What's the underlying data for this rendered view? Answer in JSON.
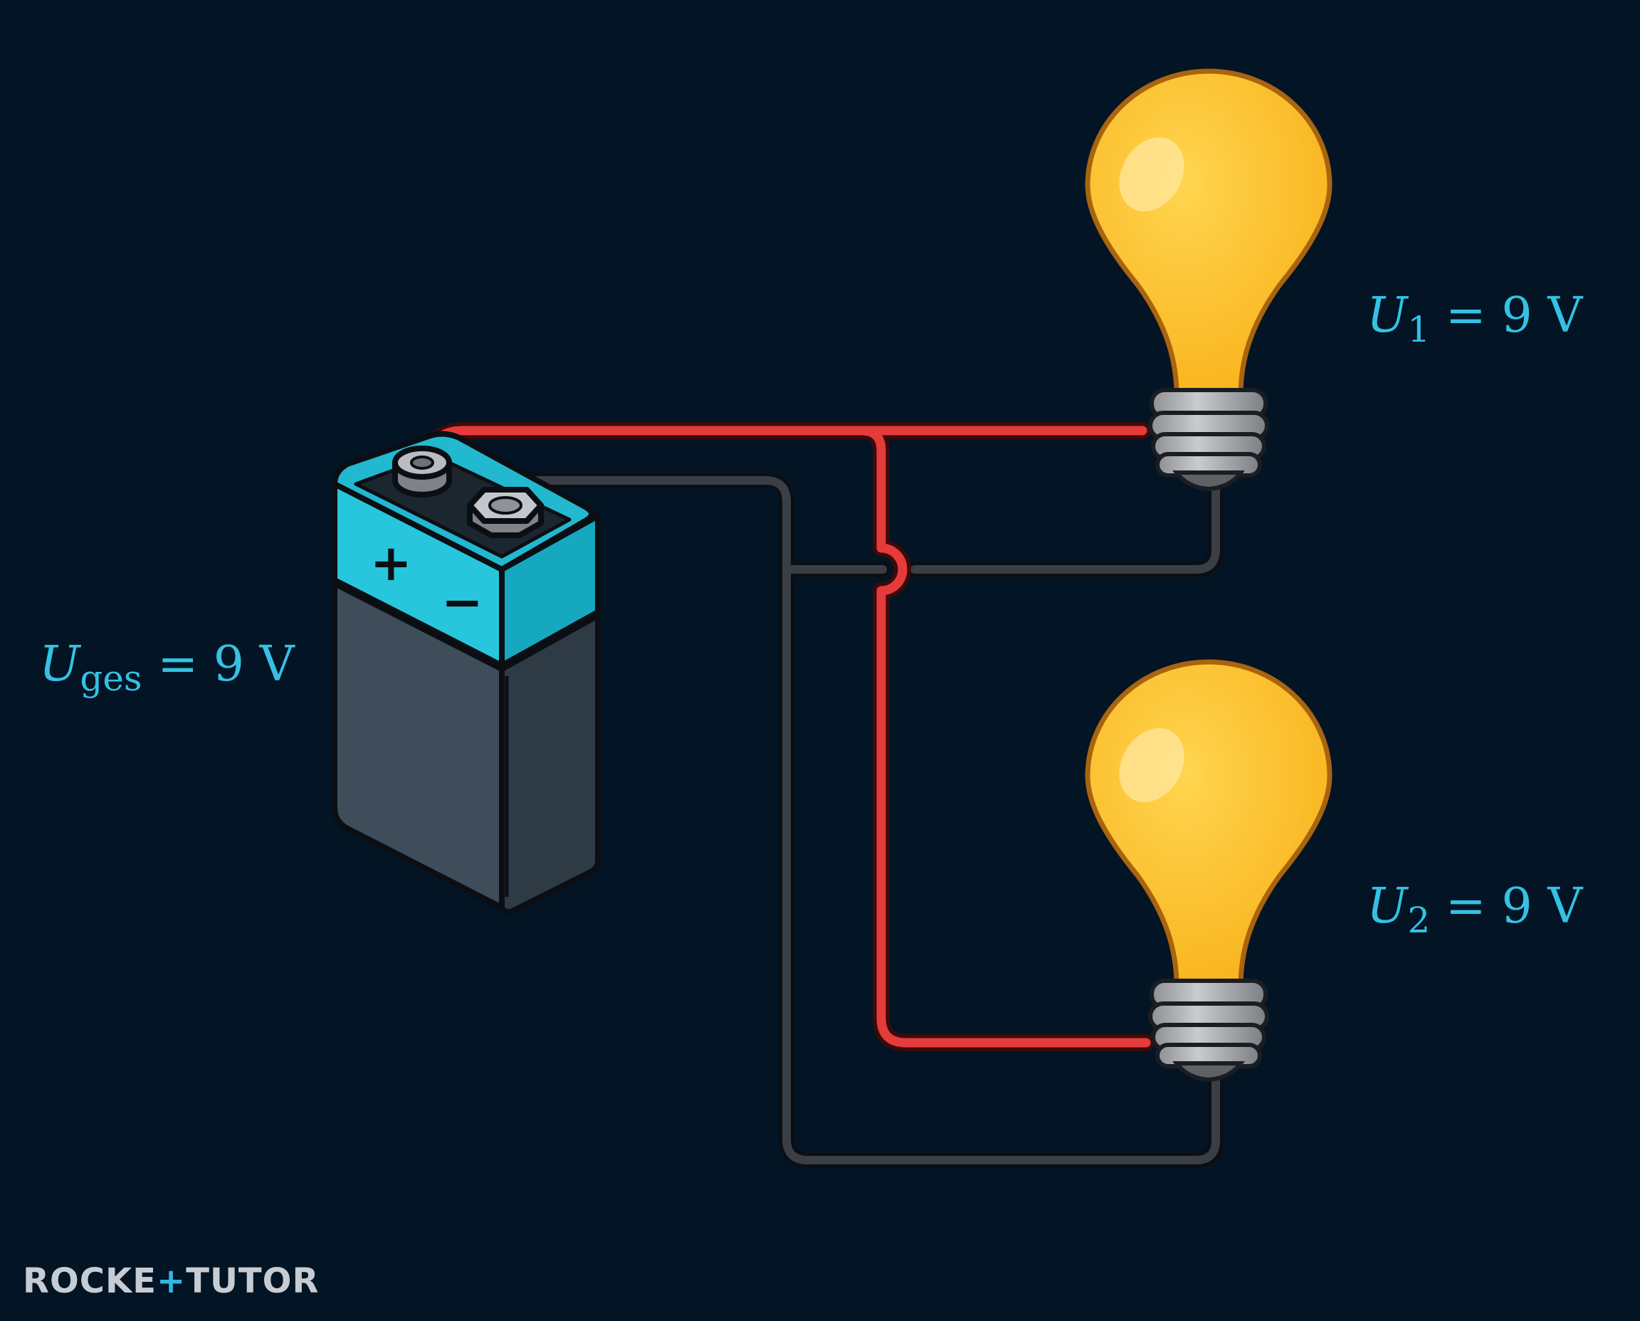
{
  "labels": {
    "battery": {
      "symbol": "U",
      "subscript": "ges",
      "relation": "= 9 V"
    },
    "lamp1": {
      "symbol": "U",
      "subscript": "1",
      "relation": "= 9 V"
    },
    "lamp2": {
      "symbol": "U",
      "subscript": "2",
      "relation": "= 9 V"
    }
  },
  "battery": {
    "plus_sign": "+",
    "minus_sign": "−"
  },
  "logo": {
    "part1": "ROCKE",
    "plus": "+",
    "part2": "TUTOR"
  },
  "colors": {
    "background": "#031425",
    "wire_positive": "#e63b3b",
    "wire_negative": "#3a3f46",
    "bulb": "#fbc02d",
    "battery_cap": "#27c6dc",
    "battery_body": "#3b4a56",
    "label": "#35c1e3"
  },
  "icons": [
    "battery-9v-icon",
    "light-bulb-icon",
    "light-bulb-icon"
  ]
}
